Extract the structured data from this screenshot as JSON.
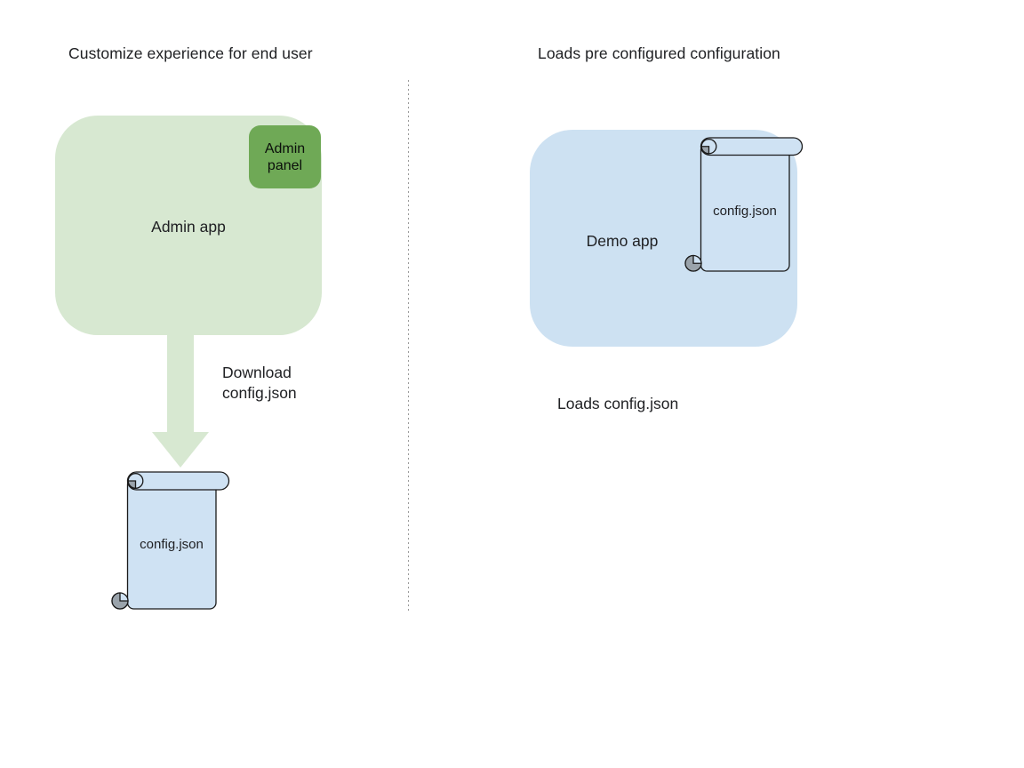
{
  "left_section": {
    "title": "Customize experience for end user",
    "admin_app": {
      "label": "Admin app"
    },
    "admin_panel": {
      "label": "Admin panel"
    },
    "download_arrow": {
      "label": "Download\nconfig.json"
    },
    "config_file": {
      "label": "config.json"
    }
  },
  "right_section": {
    "title": "Loads pre configured configuration",
    "demo_app": {
      "label": "Demo app"
    },
    "config_file": {
      "label": "config.json"
    },
    "caption": "Loads config.json"
  },
  "colors": {
    "app_green_light": "#d7e8d1",
    "panel_green": "#6fa956",
    "app_blue_light": "#cde1f2",
    "scroll_blue": "#cfe2f3",
    "curl_gray": "#9aa3ab",
    "outline_black": "#1a1a1a",
    "divider_gray": "#999999",
    "arrow_green": "#d7e8d1",
    "text_black": "#202124"
  }
}
